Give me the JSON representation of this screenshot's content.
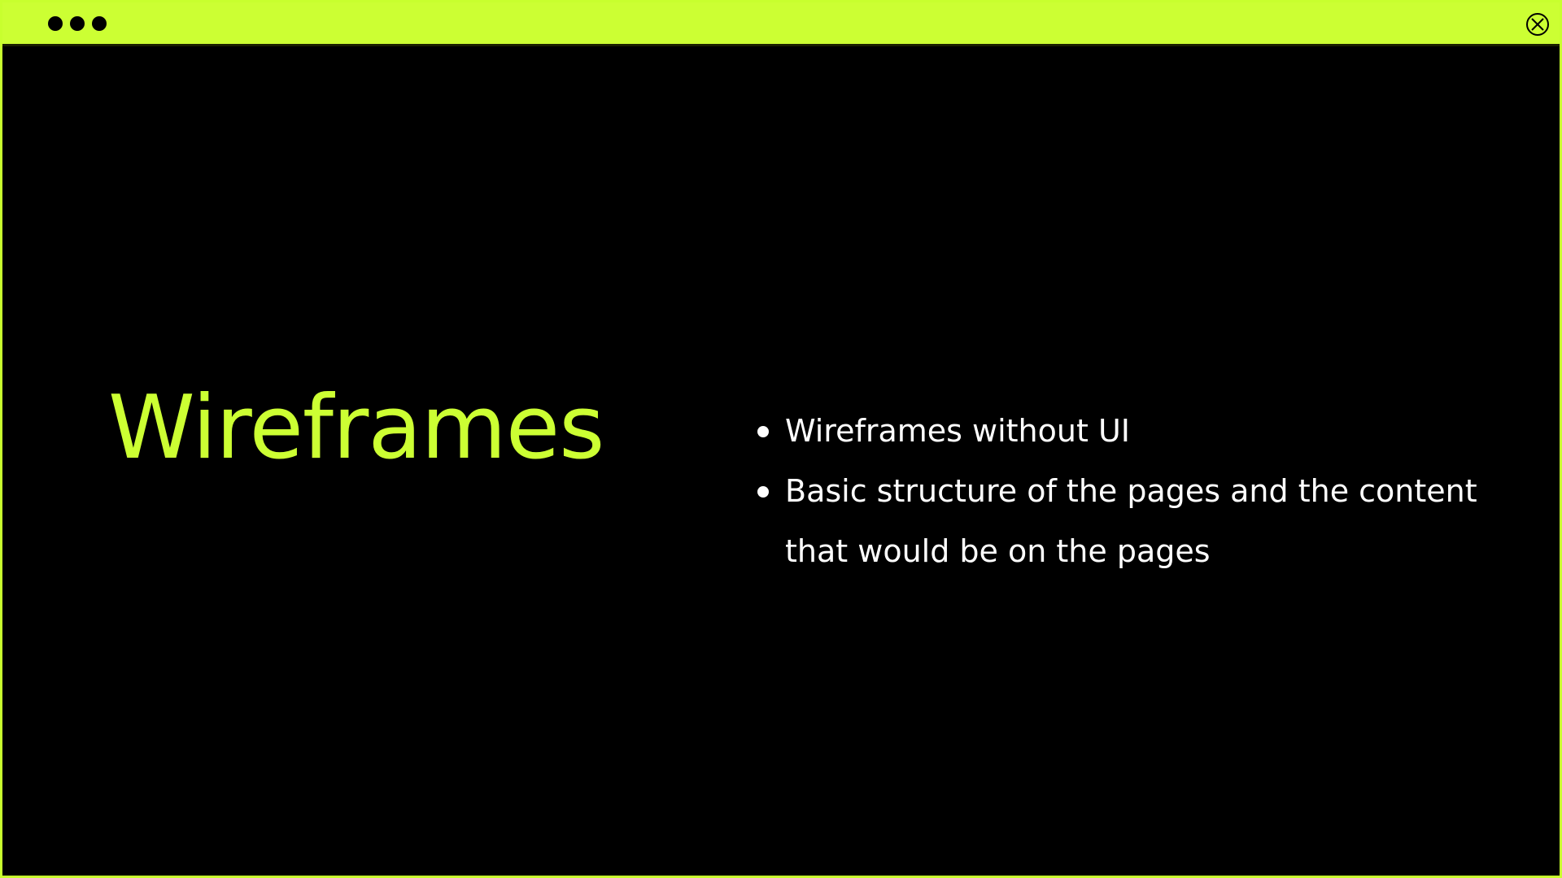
{
  "colors": {
    "accent": "#ccff33",
    "background": "#000000",
    "text": "#ffffff"
  },
  "titlebar": {
    "menu_icon": "three-dots-icon",
    "close_icon": "close-circle-x-icon"
  },
  "slide": {
    "title": "Wireframes",
    "bullets": [
      "Wireframes without UI",
      "Basic structure of the pages and the content that would be on the pages"
    ]
  }
}
